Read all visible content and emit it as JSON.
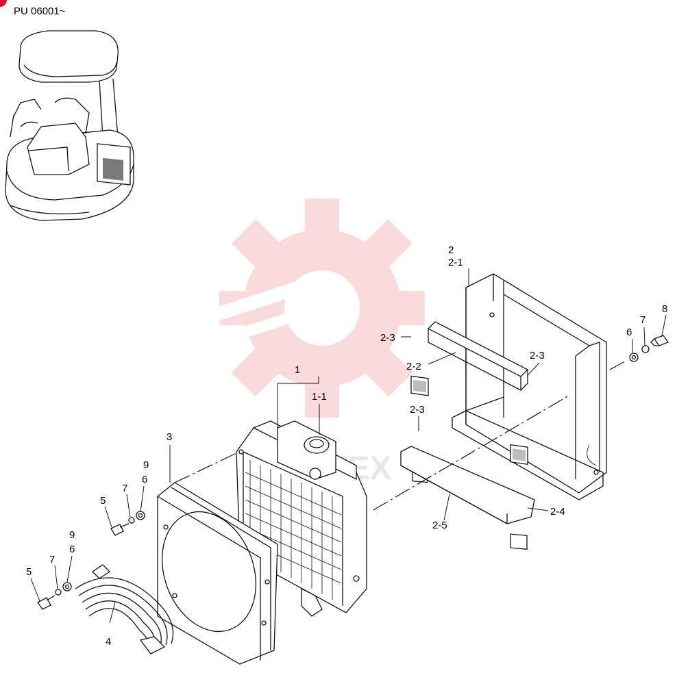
{
  "header": {
    "serial_range": "PU 06001~"
  },
  "watermark": {
    "text": "TEX",
    "color": "#f4a3a3"
  },
  "accent_color": "#e0102a",
  "labels": {
    "p2": "2",
    "p2_1": "2-1",
    "p2_2": "2-2",
    "p2_3_a": "2-3",
    "p2_3_b": "2-3",
    "p2_3_c": "2-3",
    "p2_4": "2-4",
    "p2_5": "2-5",
    "p1": "1",
    "p1_1": "1-1",
    "p3": "3",
    "p4": "4",
    "p5_a": "5",
    "p5_b": "5",
    "p6_a": "6",
    "p6_b": "6",
    "p6_c": "6",
    "p7_a": "7",
    "p7_b": "7",
    "p7_c": "7",
    "p8": "8",
    "p9_a": "9",
    "p9_b": "9"
  }
}
